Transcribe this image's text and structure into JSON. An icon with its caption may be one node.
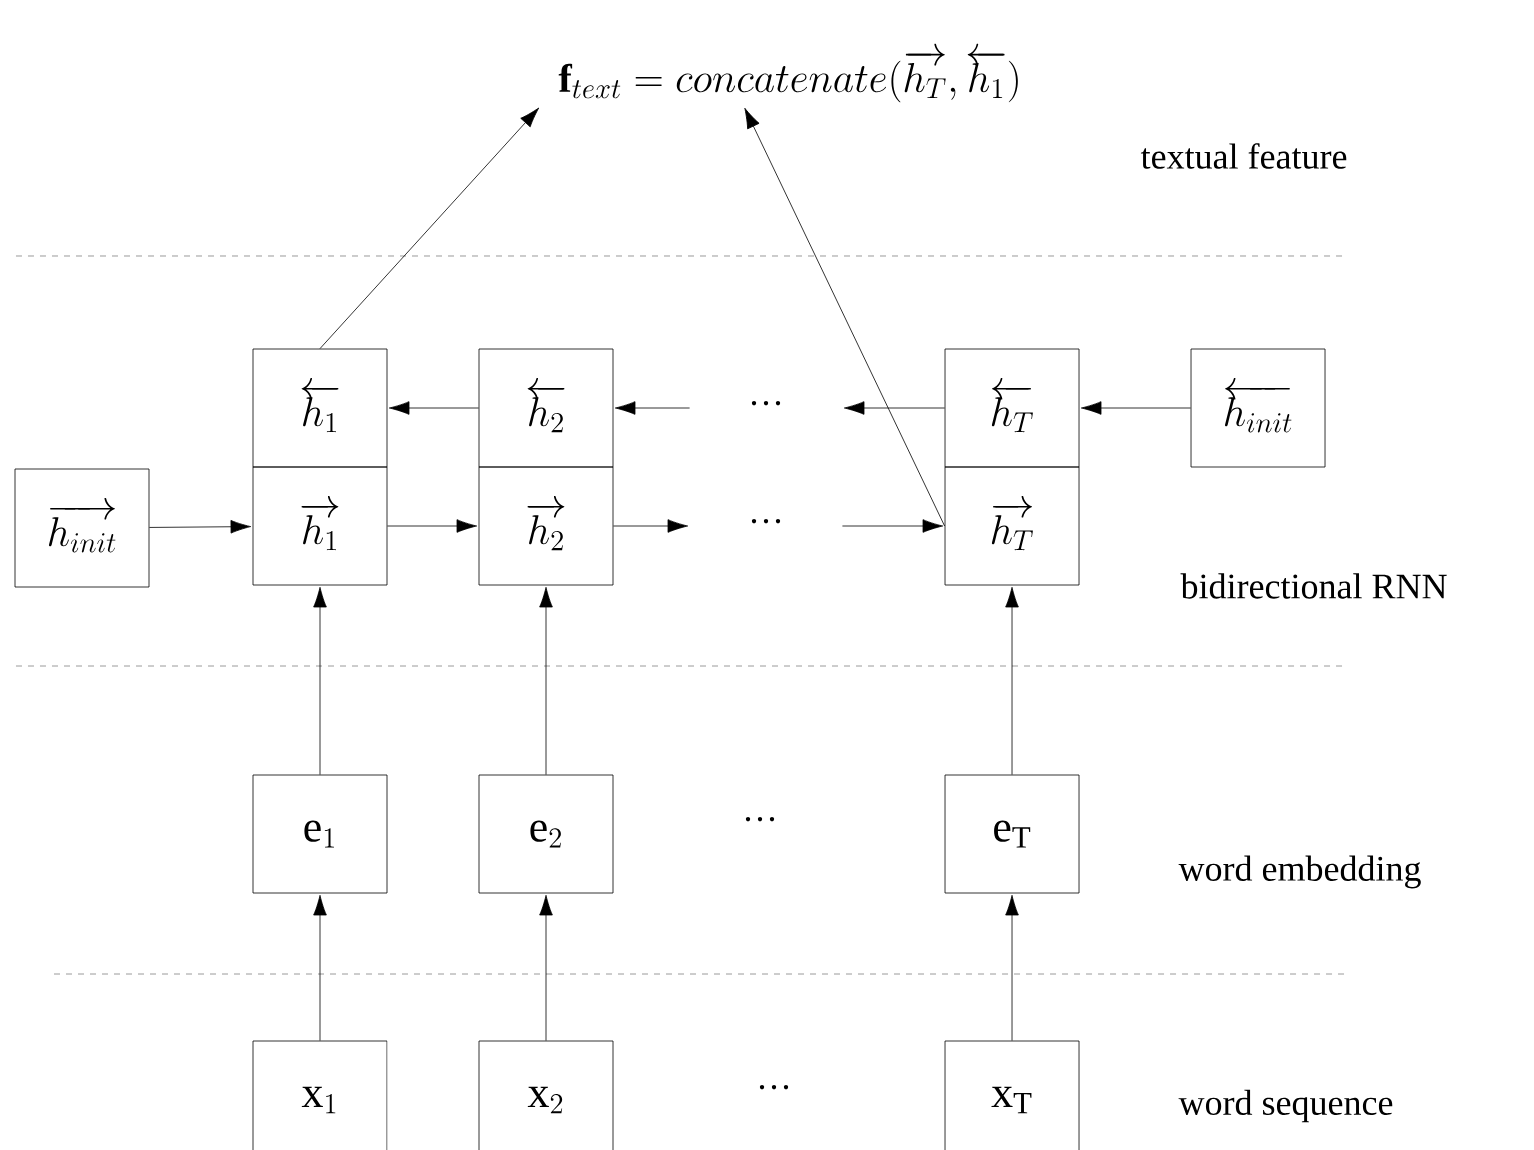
{
  "diagram": {
    "nodes": [
      {
        "text": [
          "\\mathbf{f}_{text} = concatenate(\\overrightarrow{h_T}, \\overleftarrow{h_1})"
        ]
      },
      {
        "text": [
          "\\overrightarrow{h_{init}}"
        ]
      },
      {
        "text": [
          "\\overleftarrow{h_1}"
        ]
      },
      {
        "text": [
          "\\overrightarrow{h_1}"
        ]
      },
      {
        "text": [
          "\\overleftarrow{h_2}"
        ]
      },
      {
        "text": [
          "\\overrightarrow{h_2}"
        ]
      },
      {
        "text": [
          "···"
        ]
      },
      {
        "text": [
          "···"
        ]
      },
      {
        "text": [
          "\\overleftarrow{h_T}"
        ]
      },
      {
        "text": [
          "\\overrightarrow{h_T}"
        ]
      },
      {
        "text": [
          "\\overleftarrow{h_{init}}"
        ]
      },
      {
        "text": [
          "\\mathrm{e}_1"
        ]
      },
      {
        "text": [
          "\\mathrm{e}_2"
        ]
      },
      {
        "text": [
          "\\mathrm{e}_\\mathrm{T}"
        ]
      },
      {
        "text": [
          "\\mathrm{x}_1"
        ]
      },
      {
        "text": [
          "\\mathrm{x}_2"
        ]
      },
      {
        "text": [
          "\\mathrm{x}_\\mathrm{T}"
        ]
      }
    ],
    "edges": [
      {
        "from": 2,
        "to": 0,
        "arrow": "to"
      },
      {
        "from": 9,
        "to": 0,
        "arrow": "to"
      },
      {
        "from": 1,
        "to": 3,
        "arrow": "to"
      },
      {
        "from": 3,
        "to": 5,
        "arrow": "to"
      },
      {
        "from": 5,
        "to": 7,
        "arrow": "to"
      },
      {
        "from": 7,
        "to": 9,
        "arrow": "to"
      },
      {
        "from": 10,
        "to": 8,
        "arrow": "to"
      },
      {
        "from": 8,
        "to": 6,
        "arrow": "to"
      },
      {
        "from": 6,
        "to": 4,
        "arrow": "to"
      },
      {
        "from": 4,
        "to": 2,
        "arrow": "to"
      },
      {
        "from": 11,
        "to": 3,
        "arrow": "to"
      },
      {
        "from": 12,
        "to": 5,
        "arrow": "to"
      },
      {
        "from": 13,
        "to": 9,
        "arrow": "to"
      },
      {
        "from": 14,
        "to": 11,
        "arrow": "to"
      },
      {
        "from": 15,
        "to": 12,
        "arrow": "to"
      },
      {
        "from": 16,
        "to": 13,
        "arrow": "to"
      }
    ],
    "labels": [
      "textual feature",
      "bidirectional RNN",
      "···",
      "word embedding",
      "···",
      "word sequence"
    ]
  }
}
